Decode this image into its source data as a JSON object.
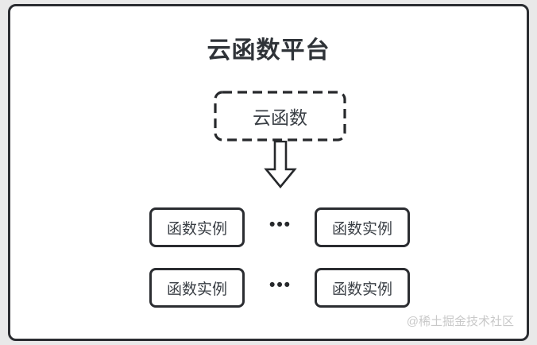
{
  "page": {
    "background_color": "#e9e9e9",
    "card_background_color": "#ffffff",
    "line_color": "#2b2d31",
    "text_color": "#3a3f45",
    "watermark_color": "#c9c9c9"
  },
  "diagram": {
    "title": "云函数平台",
    "platform_node": {
      "label": "云函数"
    },
    "arrow_icon": "hollow-down-arrow",
    "rows": [
      {
        "left": "函数实例",
        "dots": "•••",
        "right": "函数实例"
      },
      {
        "left": "函数实例",
        "dots": "•••",
        "right": "函数实例"
      }
    ],
    "watermark": "@稀土掘金技术社区"
  }
}
